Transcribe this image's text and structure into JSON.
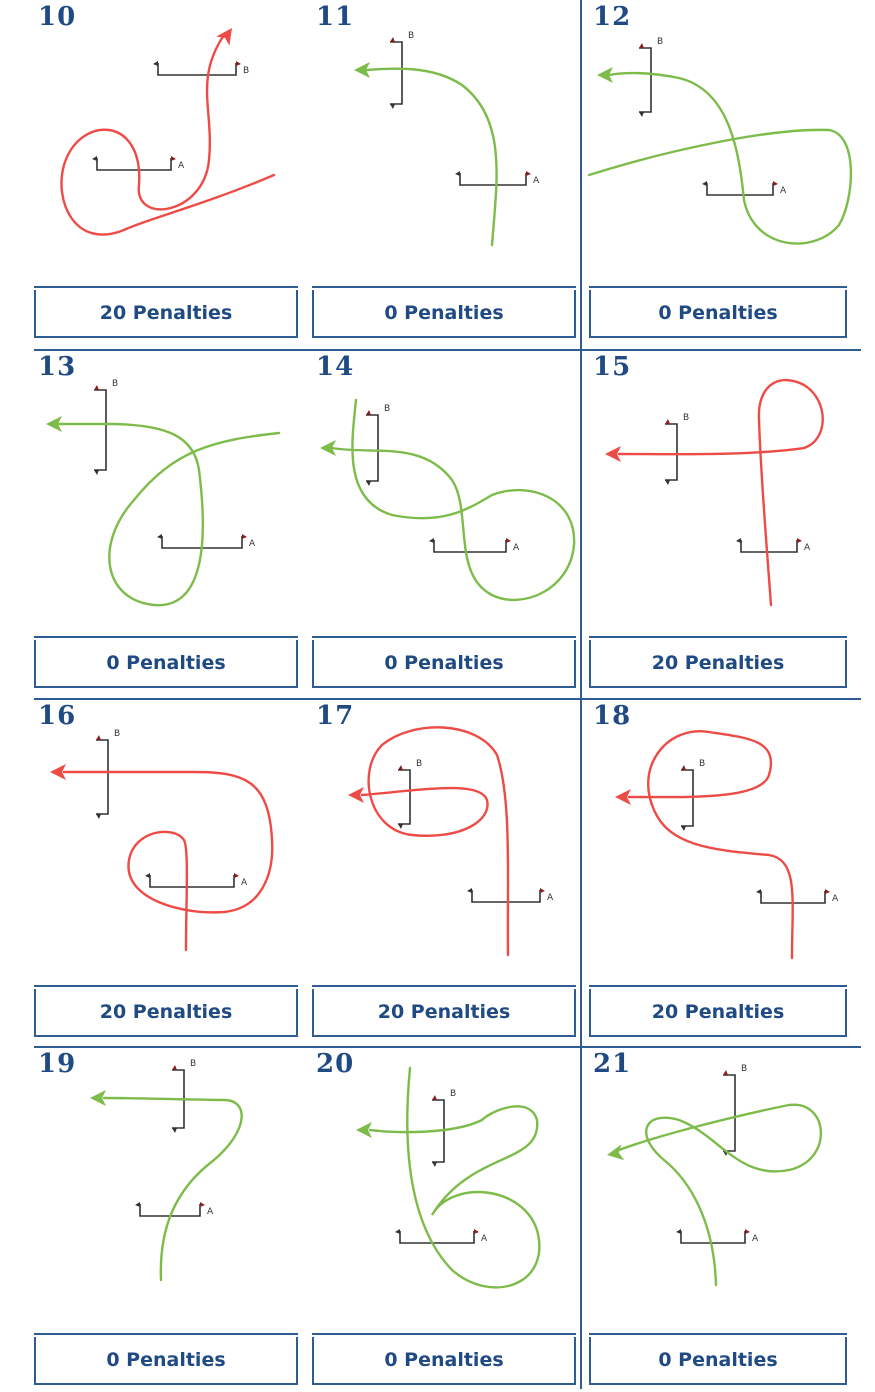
{
  "colors": {
    "penalty": "#ee4b46",
    "clean": "#7dbb4a",
    "gate": "#333333",
    "accent": "#2e5c93"
  },
  "gate_labels": {
    "a": "A",
    "b": "B"
  },
  "cells": [
    {
      "number": "10",
      "result": "20 Penalties",
      "path_color": "penalty"
    },
    {
      "number": "11",
      "result": "0 Penalties",
      "path_color": "clean"
    },
    {
      "number": "12",
      "result": "0 Penalties",
      "path_color": "clean"
    },
    {
      "number": "13",
      "result": "0 Penalties",
      "path_color": "clean"
    },
    {
      "number": "14",
      "result": "0 Penalties",
      "path_color": "clean"
    },
    {
      "number": "15",
      "result": "20 Penalties",
      "path_color": "penalty"
    },
    {
      "number": "16",
      "result": "20 Penalties",
      "path_color": "penalty"
    },
    {
      "number": "17",
      "result": "20 Penalties",
      "path_color": "penalty"
    },
    {
      "number": "18",
      "result": "20 Penalties",
      "path_color": "penalty"
    },
    {
      "number": "19",
      "result": "0 Penalties",
      "path_color": "clean"
    },
    {
      "number": "20",
      "result": "0 Penalties",
      "path_color": "clean"
    },
    {
      "number": "21",
      "result": "0 Penalties",
      "path_color": "clean"
    }
  ]
}
